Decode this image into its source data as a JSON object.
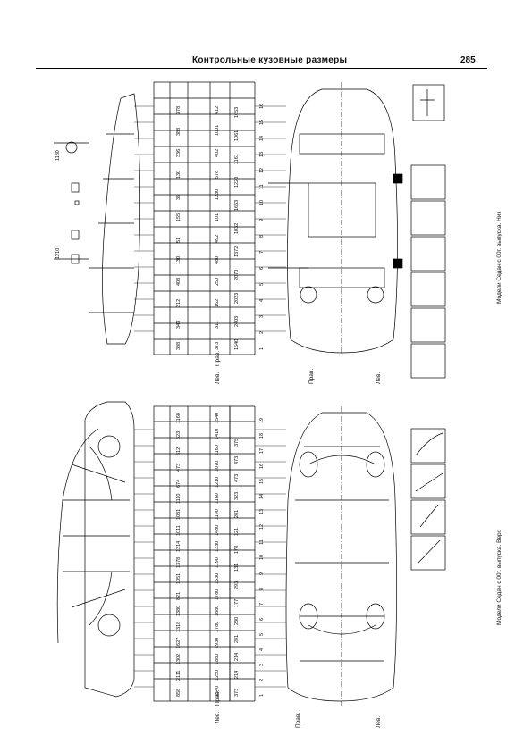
{
  "header": {
    "title": "Контрольные кузовные размеры",
    "page_number": "285"
  },
  "captions": {
    "left_diagram": "Модели Седан с 00г. выпуска. Верх",
    "right_diagram": "Модели Седан с 00г. выпуска. Низ"
  },
  "left_panel": {
    "direction_labels": [
      "Лев.",
      "Прав.",
      "Прав.",
      "Лев."
    ],
    "index_row": [
      "1",
      "2",
      "3",
      "4",
      "5",
      "6",
      "7",
      "8",
      "9",
      "10",
      "11",
      "12",
      "13",
      "14",
      "15",
      "16",
      "17",
      "18",
      "19"
    ],
    "dim_row_a": [
      "858",
      "2111",
      "1302",
      "1627",
      "1318",
      "1380",
      "821",
      "1051",
      "1378",
      "1314",
      "1011",
      "1081",
      "1110",
      "674",
      "473",
      "312",
      "523",
      "1160"
    ],
    "dim_row_b": [
      "1540",
      "1250",
      "1880",
      "1930",
      "1780",
      "1880",
      "1780",
      "1630",
      "1190",
      "1330",
      "1480",
      "1190",
      "1160",
      "1210",
      "1070",
      "1160",
      "1410",
      "1540"
    ],
    "dim_row_c": [
      "373",
      "214",
      "214",
      "281",
      "230",
      "177",
      "293",
      "131",
      "178",
      "121",
      "281",
      "323",
      "473",
      "473",
      "375"
    ]
  },
  "right_panel": {
    "direction_labels": [
      "Лев.",
      "Прав.",
      "Прав.",
      "Лев."
    ],
    "index_row": [
      "1",
      "2",
      "3",
      "4",
      "5",
      "6",
      "7",
      "8",
      "9",
      "10",
      "11",
      "12",
      "13",
      "14",
      "15",
      "16"
    ],
    "dim_row_a": [
      "388",
      "343",
      "312",
      "408",
      "130",
      "51",
      "155",
      "35",
      "130",
      "336",
      "388",
      "378"
    ],
    "dim_row_b": [
      "373",
      "311",
      "162",
      "250",
      "480",
      "492",
      "101",
      "1230",
      "578",
      "402",
      "1001",
      "412"
    ],
    "dim_row_c": [
      "1540",
      "2403",
      "2023",
      "2070",
      "1372",
      "1032",
      "1663",
      "1220",
      "1161",
      "1061",
      "1053"
    ],
    "side_marks": [
      "1210",
      "1180"
    ]
  }
}
